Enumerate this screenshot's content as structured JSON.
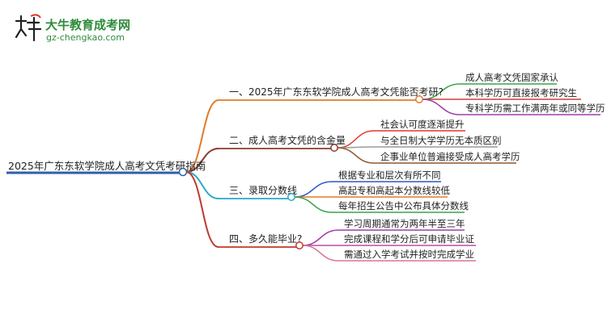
{
  "logo": {
    "title": "大牛教育成考网",
    "url": "gz-chengkao.com",
    "glyph": "大牛"
  },
  "root": {
    "label": "2025年广东东软学院成人高考文凭考研指南",
    "color": "#2f5fa8"
  },
  "branches": [
    {
      "label": "一、2025年广东东软学院成人高考文凭能否考研?",
      "color": "#e07b2a",
      "children": [
        {
          "label": "成人高考文凭国家承认",
          "color": "#3aa34a"
        },
        {
          "label": "本科学历可直接报考研究生",
          "color": "#d23b3b"
        },
        {
          "label": "专科学历需工作满两年或同等学历",
          "color": "#a23ca8"
        }
      ]
    },
    {
      "label": "二、成人高考文凭的含金量",
      "color": "#8b3a2f",
      "children": [
        {
          "label": "社会认可度逐渐提升",
          "color": "#e0382b"
        },
        {
          "label": "与全日制大学学历无本质区别",
          "color": "#9a9a9a"
        },
        {
          "label": "企事业单位普遍接受成人高考学历",
          "color": "#8a5a2f"
        }
      ]
    },
    {
      "label": "三、录取分数线",
      "color": "#2aa7c9",
      "children": [
        {
          "label": "根据专业和层次有所不同",
          "color": "#2f56c9"
        },
        {
          "label": "高起专和高起本分数线较低",
          "color": "#e07b2a"
        },
        {
          "label": "每年招生公告中公布具体分数线",
          "color": "#3aa34a"
        }
      ]
    },
    {
      "label": "四、多久能毕业?",
      "color": "#c0392b",
      "children": [
        {
          "label": "学习周期通常为两年半至三年",
          "color": "#a23ca8"
        },
        {
          "label": "完成课程和学分后可申请毕业证",
          "color": "#b84fa6"
        },
        {
          "label": "需通过入学考试并按时完成学业",
          "color": "#d9768f"
        }
      ]
    }
  ]
}
